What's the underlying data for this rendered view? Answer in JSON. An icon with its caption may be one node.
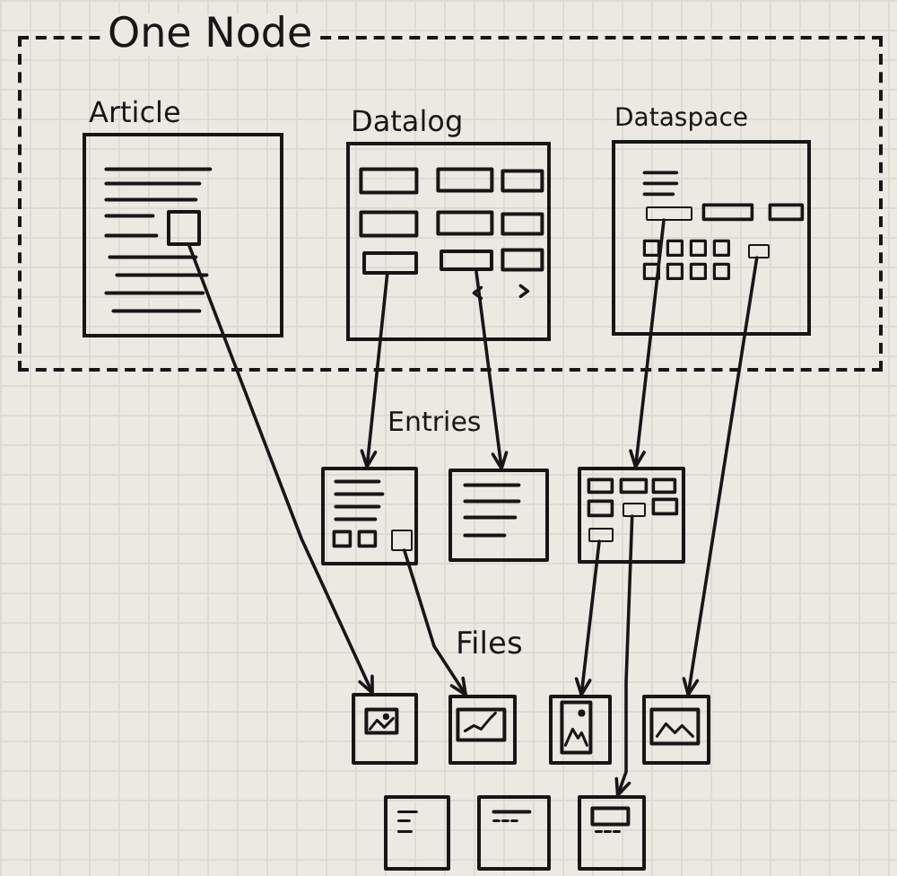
{
  "diagram": {
    "nodes": [
      {
        "text": [
          "One Node"
        ]
      },
      {
        "text": [
          "Article"
        ],
        "in": 0
      },
      {
        "text": [],
        "shape": "box",
        "in": 1
      },
      {
        "text": [
          "Datalog"
        ],
        "in": 0
      },
      {
        "text": [],
        "shape": "box",
        "in": 3
      },
      {
        "text": [],
        "shape": "box",
        "in": 3
      },
      {
        "text": [
          "Dataspace"
        ],
        "in": 0
      },
      {
        "text": [],
        "shape": "box",
        "in": 6
      },
      {
        "text": [],
        "shape": "box",
        "in": 6
      },
      {
        "text": [],
        "shape": "box"
      },
      {
        "text": [],
        "shape": "box",
        "in": 9
      },
      {
        "text": [],
        "shape": "box"
      },
      {
        "text": [],
        "shape": "box"
      },
      {
        "text": [],
        "shape": "box",
        "in": 12
      },
      {
        "text": [],
        "shape": "box",
        "in": 12
      },
      {
        "text": [],
        "shape": "box"
      },
      {
        "text": [],
        "shape": "box"
      },
      {
        "text": [],
        "shape": "box"
      },
      {
        "text": [],
        "shape": "box"
      },
      {
        "text": [],
        "shape": "box"
      },
      {
        "text": [],
        "shape": "box"
      },
      {
        "text": [],
        "shape": "box"
      }
    ],
    "edges": [
      {
        "from": 2,
        "to": 15,
        "arrow": "to"
      },
      {
        "from": 4,
        "to": 9,
        "arrow": "to"
      },
      {
        "from": 5,
        "to": 11,
        "arrow": "to"
      },
      {
        "from": 7,
        "to": 12,
        "arrow": "to"
      },
      {
        "from": 8,
        "to": 18,
        "arrow": "to"
      },
      {
        "from": 10,
        "to": 16,
        "arrow": "to"
      },
      {
        "from": 13,
        "to": 17,
        "arrow": "to"
      },
      {
        "from": 14,
        "to": 21,
        "arrow": "to"
      }
    ],
    "labels": [
      "Entries",
      "Files"
    ]
  }
}
